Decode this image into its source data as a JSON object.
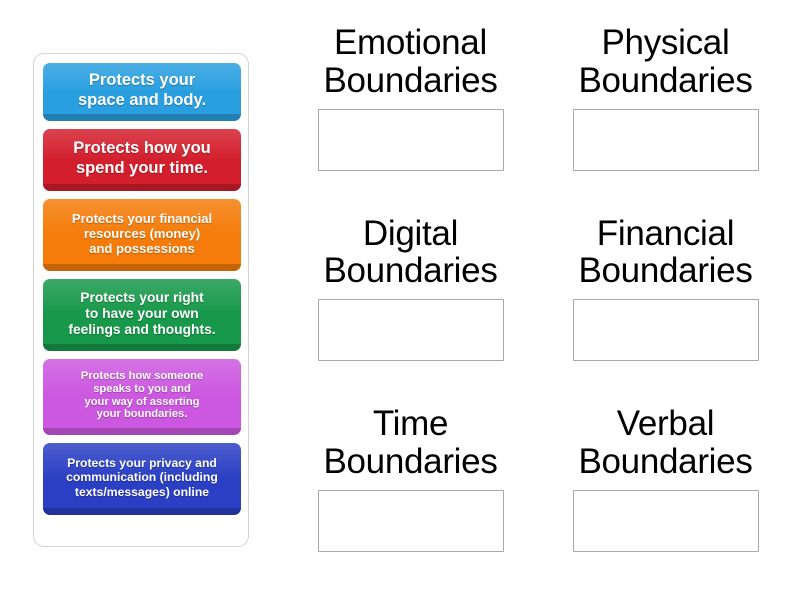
{
  "activity": {
    "type": "match-up-drag-and-drop",
    "cards_panel": {
      "name": "draggable cards",
      "cards": [
        {
          "text": "Protects your\nspace and body.",
          "color": "#2a9fe0",
          "answer_category": "Physical Boundaries"
        },
        {
          "text": "Protects how you\nspend your time.",
          "color": "#d31f2d",
          "answer_category": "Time Boundaries"
        },
        {
          "text": "Protects your financial\nresources (money)\nand possessions",
          "color": "#f57c0a",
          "answer_category": "Financial Boundaries"
        },
        {
          "text": "Protects your right\nto have your own\nfeelings and thoughts.",
          "color": "#17984a",
          "answer_category": "Emotional Boundaries"
        },
        {
          "text": "Protects how someone\nspeaks to you and\nyour way of asserting\nyour boundaries.",
          "color": "#cc57e0",
          "answer_category": "Verbal Boundaries"
        },
        {
          "text": "Protects your privacy and\ncommunication (including\ntexts/messages) online",
          "color": "#2b3fc4",
          "answer_category": "Digital Boundaries"
        }
      ]
    },
    "categories": [
      {
        "title": "Emotional\nBoundaries",
        "drop_zone_label": ""
      },
      {
        "title": "Physical\nBoundaries",
        "drop_zone_label": ""
      },
      {
        "title": "Digital\nBoundaries",
        "drop_zone_label": ""
      },
      {
        "title": "Financial\nBoundaries",
        "drop_zone_label": ""
      },
      {
        "title": "Time\nBoundaries",
        "drop_zone_label": ""
      },
      {
        "title": "Verbal\nBoundaries",
        "drop_zone_label": ""
      }
    ],
    "colors": {
      "panel_border": "#d3d3d3",
      "drop_zone_border": "#a8a8a8",
      "background": "#ffffff",
      "title_text": "#000000",
      "card_text": "#ffffff"
    }
  }
}
